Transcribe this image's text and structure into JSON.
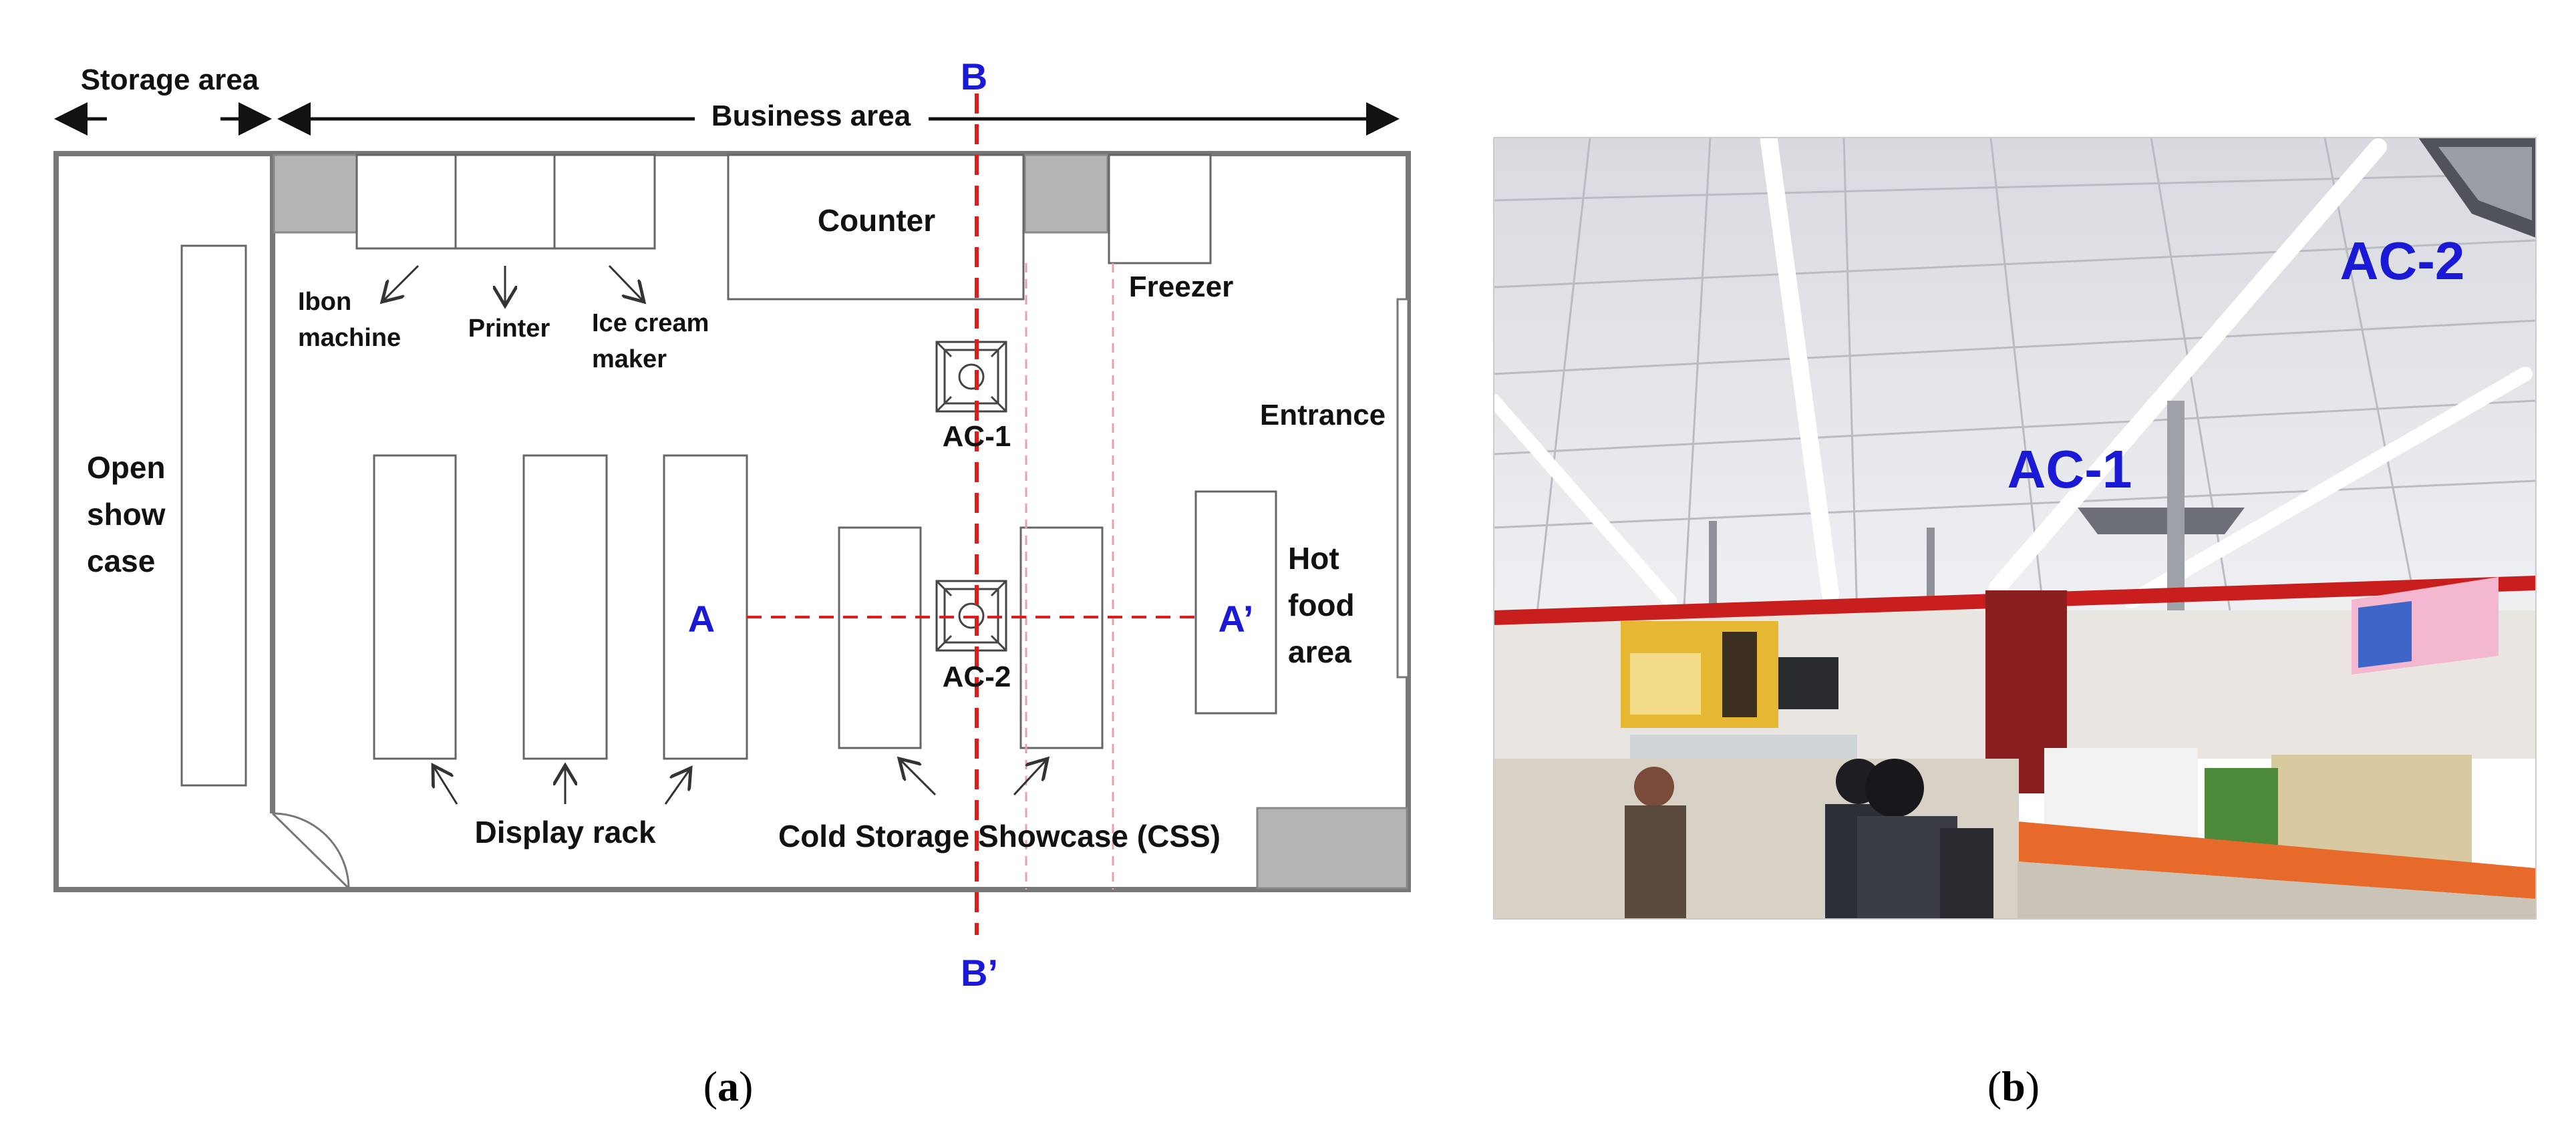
{
  "floor_plan": {
    "storage_area": "Storage area",
    "business_area": "Business area",
    "open_show_case": [
      "Open",
      "show",
      "case"
    ],
    "counter": "Counter",
    "freezer": "Freezer",
    "entrance": "Entrance",
    "ibon_machine": [
      "Ibon",
      "machine"
    ],
    "printer": "Printer",
    "ice_cream_maker": [
      "Ice cream",
      "maker"
    ],
    "ac1": "AC-1",
    "ac2": "AC-2",
    "hot_food_area": [
      "Hot",
      "food",
      "area"
    ],
    "display_rack": "Display rack",
    "css": "Cold Storage Showcase (CSS)",
    "section_a": "A",
    "section_a_prime": "A’",
    "section_b": "B",
    "section_b_prime": "B’"
  },
  "photo": {
    "ac1": "AC-1",
    "ac2": "AC-2"
  },
  "captions": {
    "a": "a",
    "b": "b",
    "open": "(",
    "close": ")"
  },
  "colors": {
    "section_line": "#e01b1b",
    "section_label": "#1a1ad6",
    "wall_fill": "#b4b4b4"
  }
}
